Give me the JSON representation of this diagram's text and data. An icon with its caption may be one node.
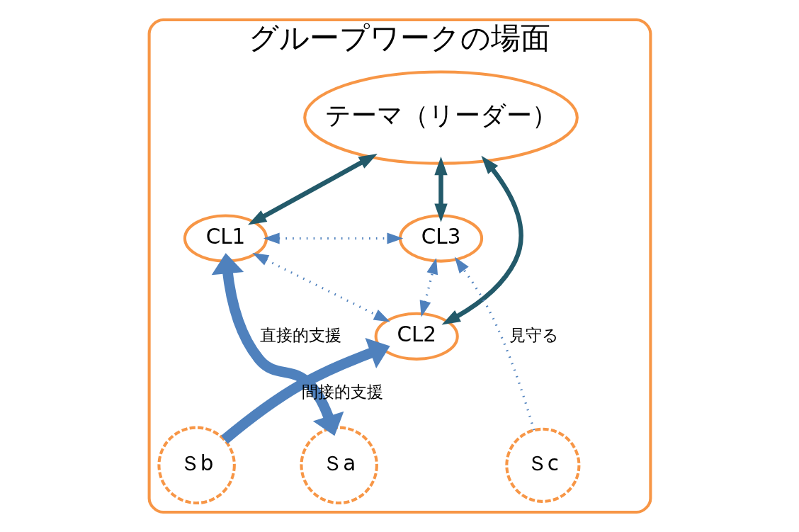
{
  "diagram": {
    "nodes": [
      {
        "text": [
          "グループワークの場面"
        ]
      },
      {
        "text": [
          "テーマ（リーダー）"
        ],
        "in": 0
      },
      {
        "text": [
          "CL1"
        ],
        "in": 0
      },
      {
        "text": [
          "CL3"
        ],
        "in": 0
      },
      {
        "text": [
          "CL2"
        ],
        "in": 0
      },
      {
        "text": [
          "Ｓa"
        ],
        "in": 0
      },
      {
        "text": [
          "Ｓb"
        ],
        "in": 0
      },
      {
        "text": [
          "Ｓc"
        ],
        "in": 0
      }
    ],
    "edges": [
      {
        "from": 1,
        "to": 2,
        "arrow": "both",
        "color": "#235a6a"
      },
      {
        "from": 1,
        "to": 3,
        "arrow": "both",
        "color": "#235a6a"
      },
      {
        "from": 1,
        "to": 4,
        "arrow": "both",
        "color": "#235a6a"
      },
      {
        "from": 2,
        "to": 3,
        "arrow": "both",
        "style": "dashed"
      },
      {
        "from": 2,
        "to": 4,
        "arrow": "both",
        "style": "dashed"
      },
      {
        "from": 4,
        "to": 3,
        "arrow": "both",
        "style": "dashed"
      },
      {
        "from": 2,
        "to": 5,
        "arrow": "both",
        "style": "thick",
        "label": "直接的支援"
      },
      {
        "from": 6,
        "to": 4,
        "arrow": "to",
        "style": "thick",
        "label": "間接的支援"
      },
      {
        "from": 7,
        "to": 3,
        "arrow": "to",
        "style": "dashed",
        "label": "見守る"
      }
    ]
  }
}
